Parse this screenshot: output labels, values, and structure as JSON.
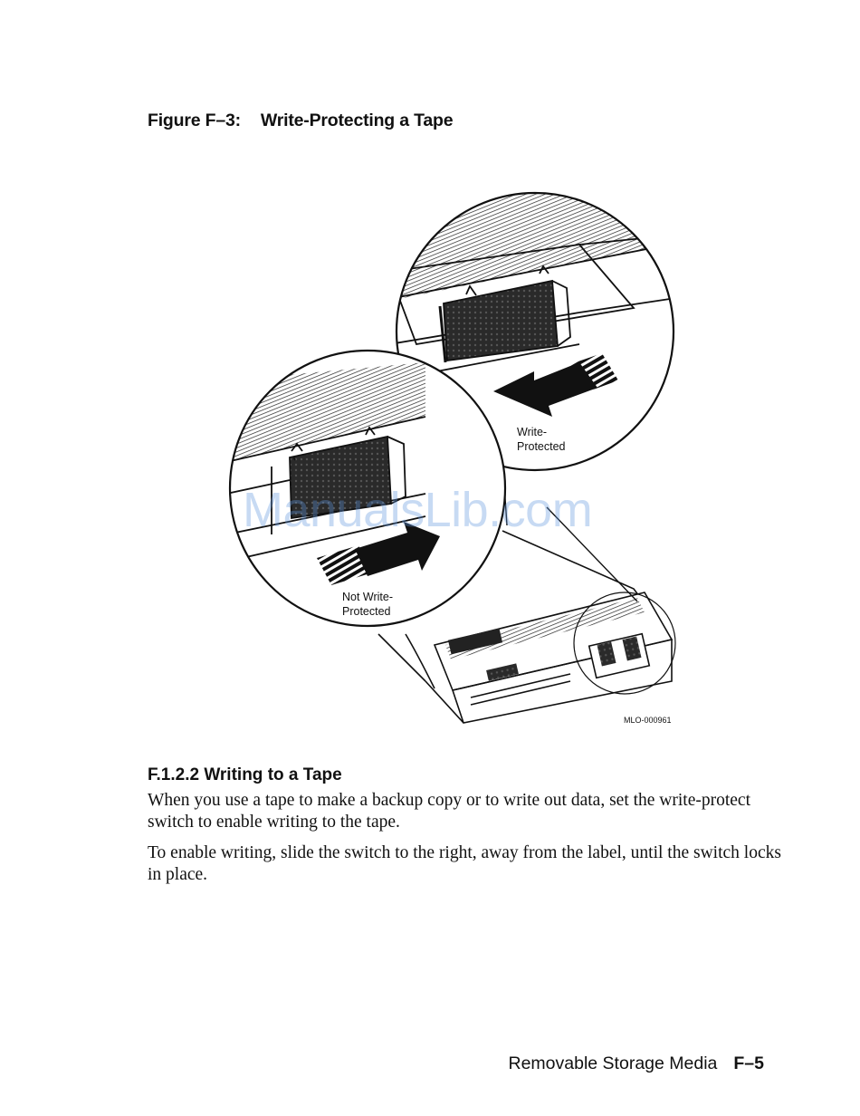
{
  "figure": {
    "number": "Figure F–3:",
    "title": "Write-Protecting a Tape",
    "callout_protected_line1": "Write-",
    "callout_protected_line2": "Protected",
    "callout_not_protected_line1": "Not Write-",
    "callout_not_protected_line2": "Protected",
    "code": "MLO-000961"
  },
  "section": {
    "number": "F.1.2.2",
    "title": "Writing to a Tape"
  },
  "paragraphs": [
    "When you use a tape to make a backup copy or to write out data, set the write-protect switch to enable writing to the tape.",
    "To enable writing, slide the switch to the right, away from the label, until the switch locks in place."
  ],
  "footer": {
    "chapter": "Removable Storage Media",
    "page": "F–5"
  },
  "watermark": "ManualsLib.com"
}
